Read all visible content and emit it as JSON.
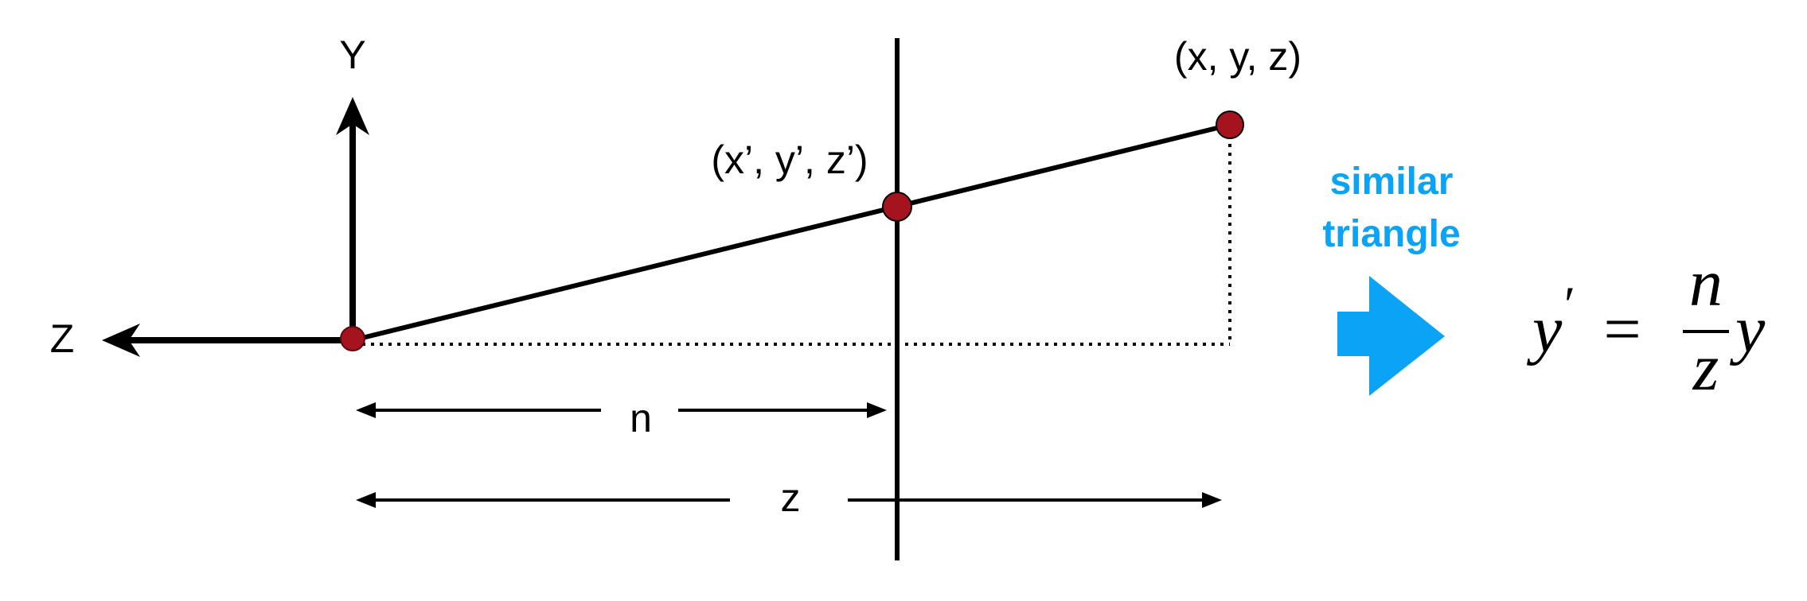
{
  "labels": {
    "y_axis": "Y",
    "z_axis": "Z",
    "far_point": "(x, y, z)",
    "near_point": "(x’, y’, z’)",
    "n_dimension": "n",
    "z_dimension": "z"
  },
  "note": {
    "line1": "similar",
    "line2": "triangle"
  },
  "equation": {
    "lhs_var": "y",
    "lhs_prime": "′",
    "equals": "=",
    "numerator": "n",
    "denominator": "z",
    "rhs_var": "y"
  },
  "colors": {
    "point_fill": "#A5131F",
    "accent": "#0AA3F5",
    "line": "#000000"
  },
  "icons": {
    "arrow": "right-arrow-icon"
  }
}
